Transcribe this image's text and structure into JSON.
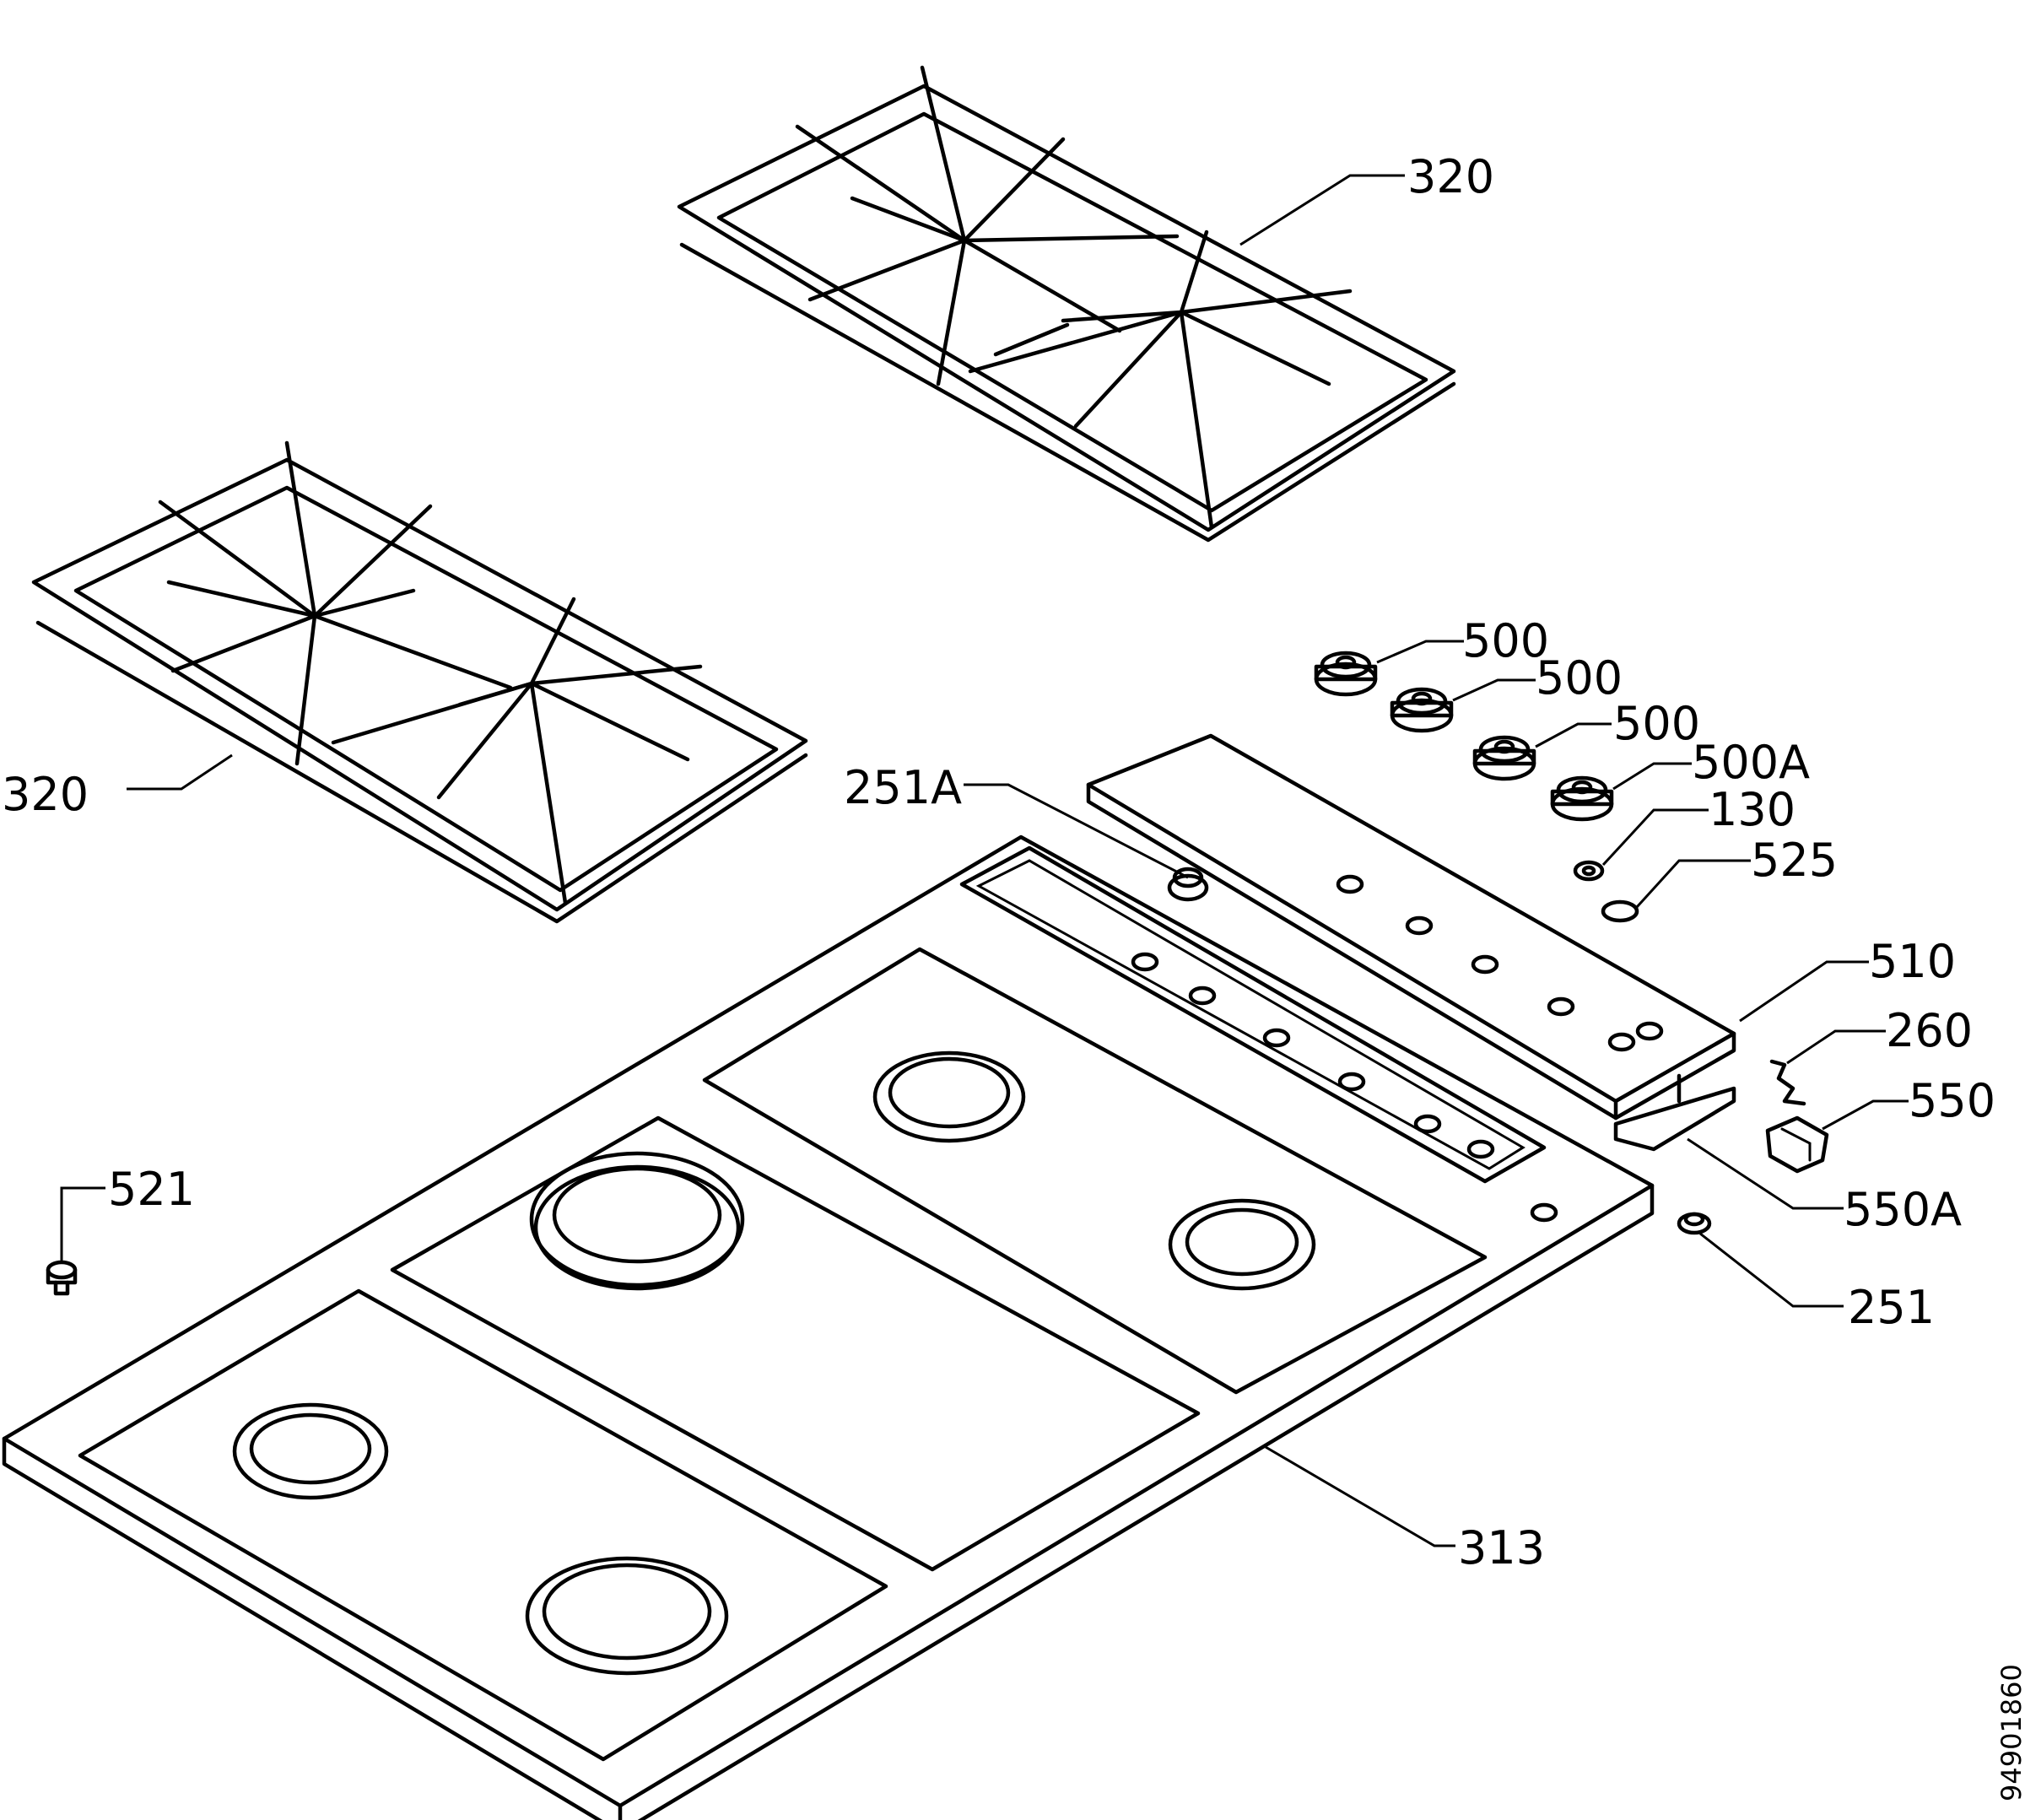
{
  "labels": {
    "grid_rear": "320",
    "grid_front": "320",
    "knob_1": "500",
    "knob_2": "500",
    "knob_3": "500",
    "knob_4": "500A",
    "bezel": "130",
    "washer": "525",
    "panel": "510",
    "spring": "260",
    "switch": "550",
    "switch_bracket": "550A",
    "spark_knob": "251A",
    "spark_button": "251",
    "foot": "521",
    "hob_top": "313"
  },
  "document_id": "94901860"
}
